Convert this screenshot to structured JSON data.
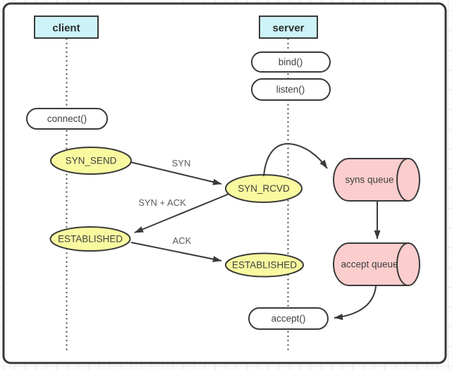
{
  "diagram": {
    "actors": [
      {
        "id": "client",
        "label": "client"
      },
      {
        "id": "server",
        "label": "server"
      }
    ],
    "calls": [
      {
        "id": "bind",
        "label": "bind()"
      },
      {
        "id": "listen",
        "label": "listen()"
      },
      {
        "id": "connect",
        "label": "connect()"
      },
      {
        "id": "accept",
        "label": "accept()"
      }
    ],
    "states": [
      {
        "id": "syn_send",
        "label": "SYN_SEND"
      },
      {
        "id": "syn_rcvd",
        "label": "SYN_RCVD"
      },
      {
        "id": "established_client",
        "label": "ESTABLISHED"
      },
      {
        "id": "established_server",
        "label": "ESTABLISHED"
      }
    ],
    "queues": [
      {
        "id": "syns_queue",
        "label": "syns queue"
      },
      {
        "id": "accept_queue",
        "label": "accept queue"
      }
    ],
    "edge_labels": [
      {
        "id": "syn",
        "label": "SYN"
      },
      {
        "id": "syn_ack",
        "label": "SYN + ACK"
      },
      {
        "id": "ack",
        "label": "ACK"
      }
    ],
    "colors": {
      "actor_fill": "#cdf3f8",
      "state_fill": "#f9f9a0",
      "queue_fill": "#fbcecd",
      "call_fill": "#ffffff",
      "stroke": "#3a3a3a",
      "edge_label_text": "#5a5a5a",
      "grid_line": "#e9e9e9",
      "frame_fill": "#ffffff"
    }
  }
}
